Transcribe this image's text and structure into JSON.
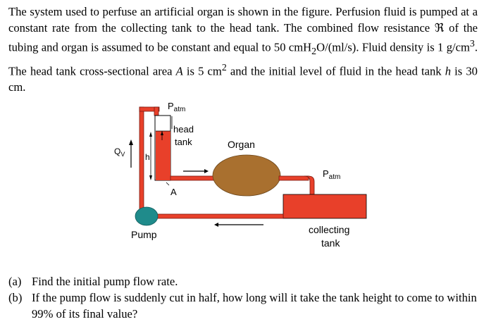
{
  "problem": {
    "t1": "The system used to perfuse an artificial organ is shown in the figure. Perfusion fluid is pumped at a constant rate from the collecting tank to the head tank. The combined flow resistance ",
    "resistance_symbol": "ℜ",
    "t2": " of the tubing and organ is assumed to be constant and equal to 50 cmH",
    "sub2": "2",
    "t3": "O/(ml/s). Fluid density is 1 g/cm",
    "sup3": "3",
    "t4": ". The head tank cross-sectional area ",
    "A": "A",
    "t5": " is 5 cm",
    "sup2": "2",
    "t6": " and the initial level of fluid in the head tank ",
    "h": "h",
    "t7": " is 30 cm."
  },
  "diagram": {
    "patm_top": "P",
    "patm_top_sub": "atm",
    "head_tank_line1": "head",
    "head_tank_line2": "tank",
    "organ": "Organ",
    "patm_right": "P",
    "patm_right_sub": "atm",
    "qv": "Q",
    "qv_sub": "V",
    "h_label": "h",
    "a_label": "A",
    "pump": "Pump",
    "collecting_line1": "collecting",
    "collecting_line2": "tank",
    "colors": {
      "tube": "#e8402a",
      "organ": "#a9702f",
      "pump": "#1f8b8b"
    }
  },
  "questions": [
    {
      "num": "(a)",
      "text": "Find the initial pump flow rate."
    },
    {
      "num": "(b)",
      "text": "If the pump flow is suddenly cut in half, how long will it take the tank height to come to within 99% of its final value?"
    }
  ]
}
